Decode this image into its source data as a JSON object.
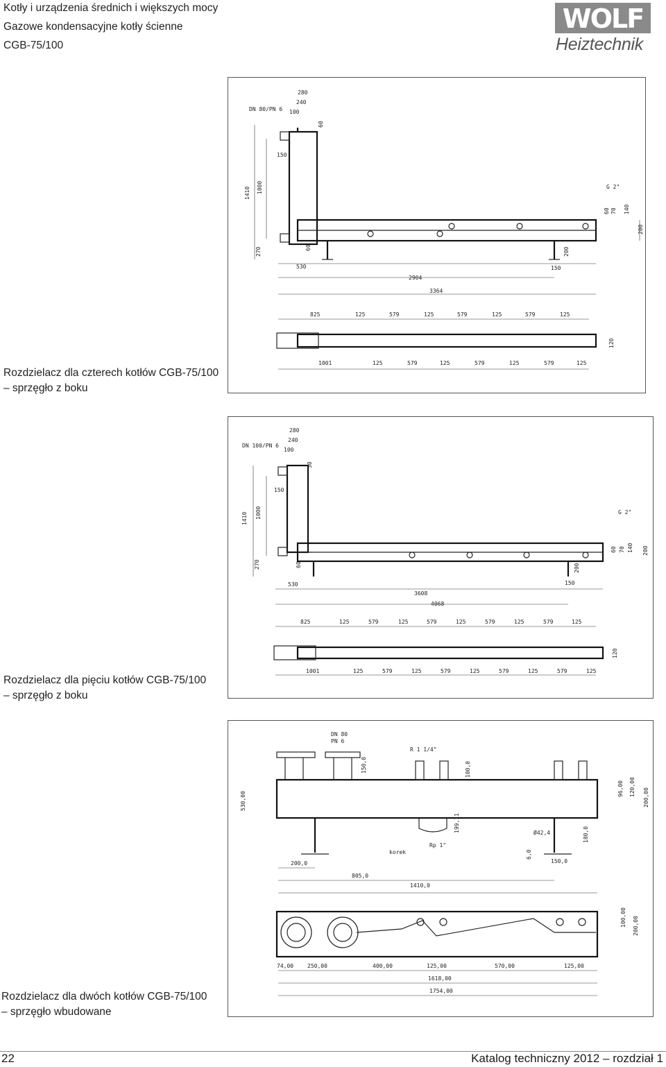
{
  "header": {
    "line1": "Kotły i urządzenia średnich i większych mocy",
    "line2": "Gazowe kondensacyjne kotły ścienne",
    "line3": "CGB-75/100"
  },
  "logo": {
    "wordmark": "WOLF",
    "subtitle": "Heiztechnik"
  },
  "figures": [
    {
      "caption_line1": "Rozdzielacz dla czterech kotłów CGB-75/100",
      "caption_line2": "– sprzęgło z boku",
      "dims_top": [
        "DN 80/PN 6",
        "280",
        "240",
        "100",
        "60",
        "150",
        "1410",
        "1000",
        "270",
        "60",
        "G 2\"",
        "60",
        "70",
        "140",
        "200",
        "200",
        "530",
        "150",
        "2904",
        "3364"
      ],
      "dims_plan_top": [
        "825",
        "125",
        "579",
        "125",
        "579",
        "125",
        "579",
        "125"
      ],
      "dims_plan_bottom": [
        "1001",
        "125",
        "579",
        "125",
        "579",
        "125",
        "579",
        "125"
      ],
      "plan_height": "120"
    },
    {
      "caption_line1": "Rozdzielacz dla pięciu kotłów CGB-75/100",
      "caption_line2": "– sprzęgło z boku",
      "dims_top": [
        "DN 100/PN 6",
        "280",
        "240",
        "100",
        "30",
        "150",
        "1410",
        "1000",
        "270",
        "60",
        "G 2\"",
        "60",
        "70",
        "140",
        "200",
        "200",
        "530",
        "150",
        "3608",
        "4068"
      ],
      "dims_plan_top": [
        "825",
        "125",
        "579",
        "125",
        "579",
        "125",
        "579",
        "125",
        "579",
        "125"
      ],
      "dims_plan_bottom": [
        "1001",
        "125",
        "579",
        "125",
        "579",
        "125",
        "579",
        "125",
        "579",
        "125"
      ],
      "plan_height": "120"
    },
    {
      "caption_line1": "Rozdzielacz dla dwóch kotłów CGB-75/100",
      "caption_line2": "– sprzęgło wbudowane",
      "dims_top": [
        "DN 80",
        "PN 6",
        "R 1 1/4\"",
        "150,0",
        "100,0",
        "96,00",
        "120,00",
        "200,00",
        "530,00",
        "Ø42,4",
        "180,0",
        "199,11",
        "Rp 1\"",
        "korek",
        "6,0",
        "150,0",
        "200,0",
        "805,0",
        "1410,0"
      ],
      "dims_plan": [
        "74,00",
        "250,00",
        "400,00",
        "125,00",
        "570,00",
        "125,00",
        "1618,00",
        "1754,00",
        "100,00",
        "200,00"
      ]
    }
  ],
  "footer": {
    "page_number": "22",
    "right_text": "Katalog techniczny 2012 – rozdział 1"
  }
}
